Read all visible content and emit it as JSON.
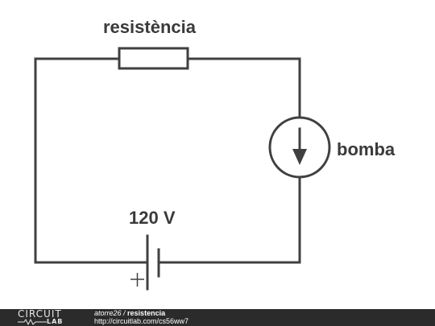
{
  "circuit": {
    "resistor_label": "resistència",
    "pump_label": "bomba",
    "source_label": "120 V",
    "polarity_symbol": "+"
  },
  "footer": {
    "logo_top": "CIRCUIT",
    "logo_bottom": "LAB",
    "author": "atorre26",
    "separator": " / ",
    "circuit_name": "resistencia",
    "url": "http://circuitlab.com/cs56ww7"
  },
  "colors": {
    "wire": "#404040",
    "text": "#3a3a3a",
    "footer_bg": "#2b2b2b"
  }
}
